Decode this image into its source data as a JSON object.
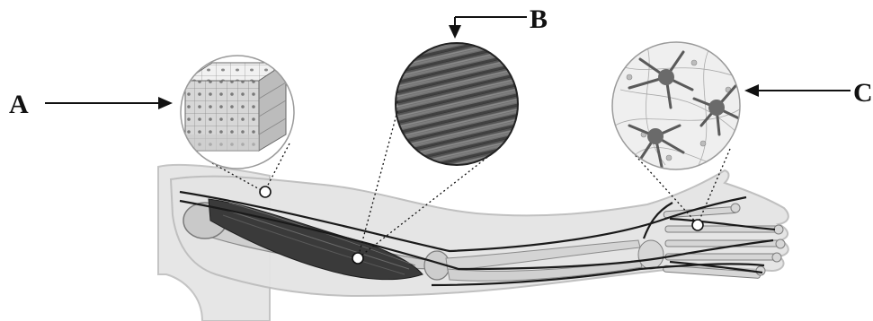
{
  "labels": {
    "a": "A",
    "b": "B",
    "c": "C"
  },
  "colors": {
    "ink": "#111111",
    "skin_fill": "#e4e4e4",
    "skin_outline": "#bdbdbd",
    "muscle": "#3a3a3a",
    "bone": "#cfcfcf",
    "nerve": "#1a1a1a"
  }
}
